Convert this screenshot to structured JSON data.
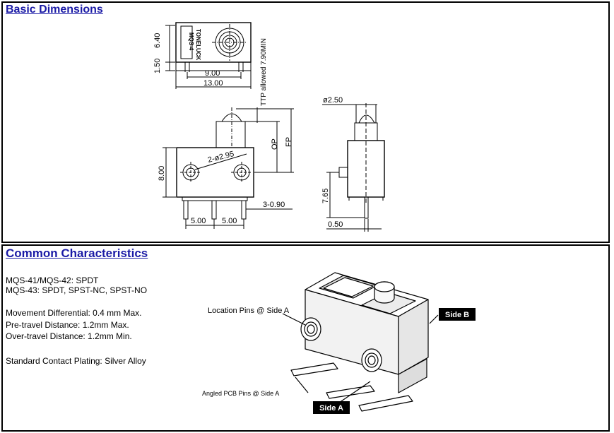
{
  "dimensions": {
    "heading": "Basic Dimensions",
    "labels": {
      "dim_6_40": "6.40",
      "dim_1_50": "1.50",
      "dim_9_00": "9.00",
      "dim_13_00": "13.00",
      "ttp": "TTP allowed 7.90MIN",
      "brand_1": "TONELUCK",
      "brand_2": "MQS-4",
      "op": "OP",
      "fp": "FP",
      "dim_8_00": "8.00",
      "hole": "2-ø2.95",
      "pins": "3-0.90",
      "dim_5_00_a": "5.00",
      "dim_5_00_b": "5.00",
      "dia_2_50": "ø2.50",
      "dim_7_65": "7.65",
      "dim_0_50": "0.50"
    }
  },
  "characteristics": {
    "heading": "Common Characteristics",
    "lines": [
      "MQS-41/MQS-42:  SPDT",
      "MQS-43: SPDT, SPST-NC, SPST-NO",
      "Movement Differential: 0.4 mm Max.",
      "Pre-travel Distance: 1.2mm Max.",
      "Over-travel Distance: 1.2mm Min.",
      "Standard Contact Plating: Silver Alloy"
    ],
    "callouts": {
      "location_pins": "Location Pins @ Side A",
      "angled_pins": "Angled PCB Pins @ Side A",
      "side_a": "Side A",
      "side_b": "Side B"
    }
  }
}
